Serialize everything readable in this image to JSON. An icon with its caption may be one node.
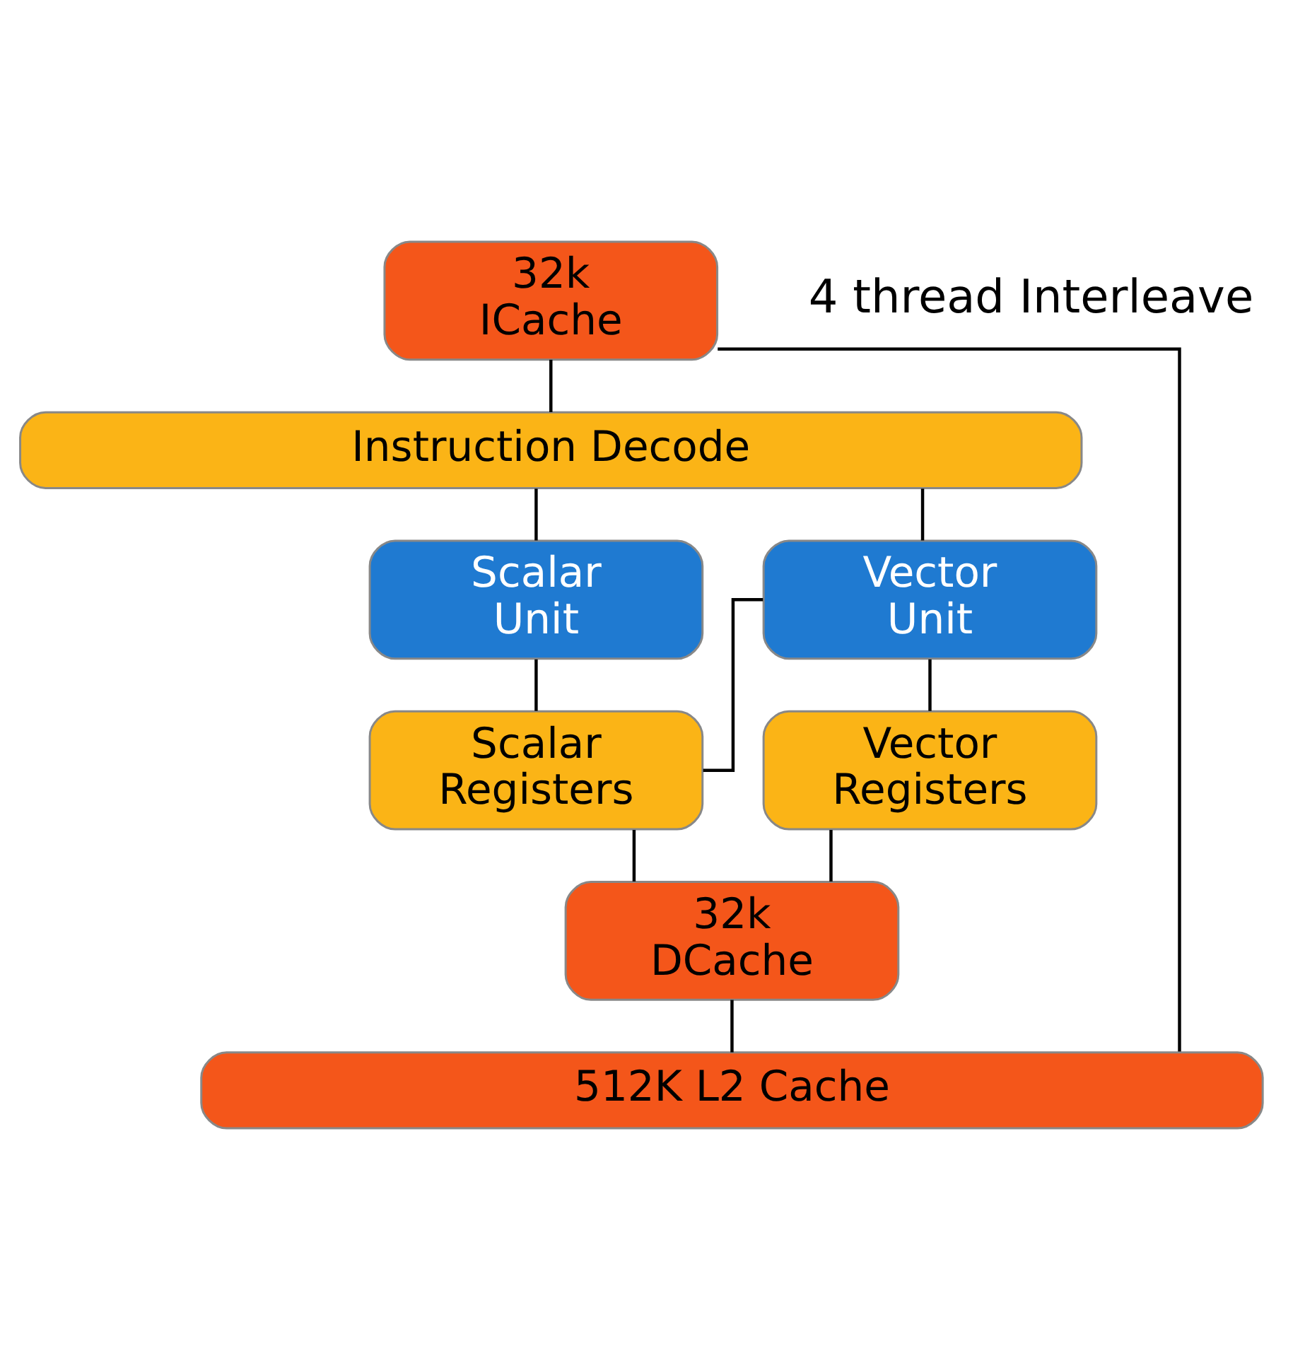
{
  "diagram": {
    "nodes": [
      {
        "text": [
          "32k ICache"
        ]
      },
      {
        "text": [
          "Instruction Decode"
        ]
      },
      {
        "text": [
          "Scalar Unit"
        ]
      },
      {
        "text": [
          "Vector Unit"
        ]
      },
      {
        "text": [
          "Scalar Registers"
        ]
      },
      {
        "text": [
          "Vector Registers"
        ]
      },
      {
        "text": [
          "32k DCache"
        ]
      },
      {
        "text": [
          "512K L2 Cache"
        ]
      }
    ],
    "edges": [
      {
        "from": 0,
        "to": 1,
        "arrow": "none"
      },
      {
        "from": 1,
        "to": 2,
        "arrow": "none"
      },
      {
        "from": 1,
        "to": 3,
        "arrow": "none"
      },
      {
        "from": 2,
        "to": 4,
        "arrow": "none"
      },
      {
        "from": 3,
        "to": 5,
        "arrow": "none"
      },
      {
        "from": 4,
        "to": 3,
        "arrow": "none"
      },
      {
        "from": 4,
        "to": 6,
        "arrow": "none"
      },
      {
        "from": 5,
        "to": 6,
        "arrow": "none"
      },
      {
        "from": 6,
        "to": 7,
        "arrow": "none"
      },
      {
        "from": 0,
        "to": 7,
        "arrow": "none"
      }
    ],
    "labels": [
      "4 thread Interleave"
    ]
  }
}
